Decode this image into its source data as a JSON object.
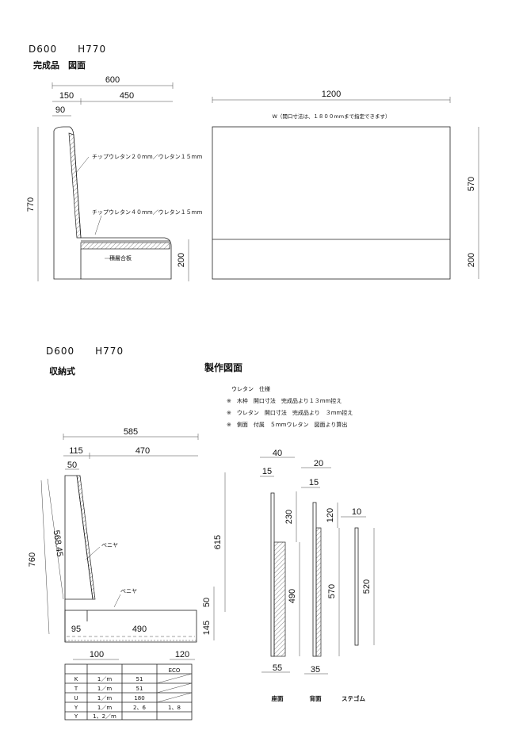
{
  "top": {
    "header": "D600　　H770",
    "title": "完成品　図面",
    "dims": {
      "d600": "600",
      "d150": "150",
      "d450": "450",
      "d90": "90",
      "h770": "770",
      "h200": "200",
      "w1200": "1200",
      "h570": "570",
      "h200r": "200"
    },
    "width_note": "W（開口寸法は、１８００mmまで指定できます）",
    "labels": {
      "back": "チップウレタン２０mm／ウレタン１５mm",
      "seat": "チップウレタン４０mm／ウレタン１５mm",
      "plywood": "積層合板"
    }
  },
  "bottom": {
    "header": "D600　　H770",
    "subtitle": "収納式",
    "title": "製作図面",
    "notes": [
      "ウレタン　仕様",
      "※　木枠　開口寸法　完成品より１３mm控え",
      "※　ウレタン　開口寸法　完成品より　３mm控え",
      "※　側面　付属　５mmウレタン　図面より算出"
    ],
    "dims": {
      "d585": "585",
      "d115": "115",
      "d470": "470",
      "d50": "50",
      "diag": "568.45",
      "h760": "760",
      "h615": "615",
      "h50": "50",
      "h145": "145",
      "d95": "95",
      "d490": "490",
      "d100": "100",
      "d120": "120"
    },
    "veneer": "ベニヤ",
    "parts": {
      "d40": "40",
      "d15a": "15",
      "d230": "230",
      "d490": "490",
      "d55": "55",
      "d20": "20",
      "d15b": "15",
      "d120": "120",
      "d570": "570",
      "d35": "35",
      "d10": "10",
      "d520": "520",
      "label_seat": "座面",
      "label_back": "背面",
      "label_stegum": "ステゴム"
    },
    "table": {
      "header": "ECO",
      "rows": [
        [
          "K",
          "1／m",
          "51",
          ""
        ],
        [
          "T",
          "1／m",
          "51",
          ""
        ],
        [
          "U",
          "1／m",
          "180",
          ""
        ],
        [
          "Y",
          "1／m",
          "2、6",
          "1、8"
        ],
        [
          "Y",
          "1、2／m",
          "",
          ""
        ]
      ]
    }
  }
}
